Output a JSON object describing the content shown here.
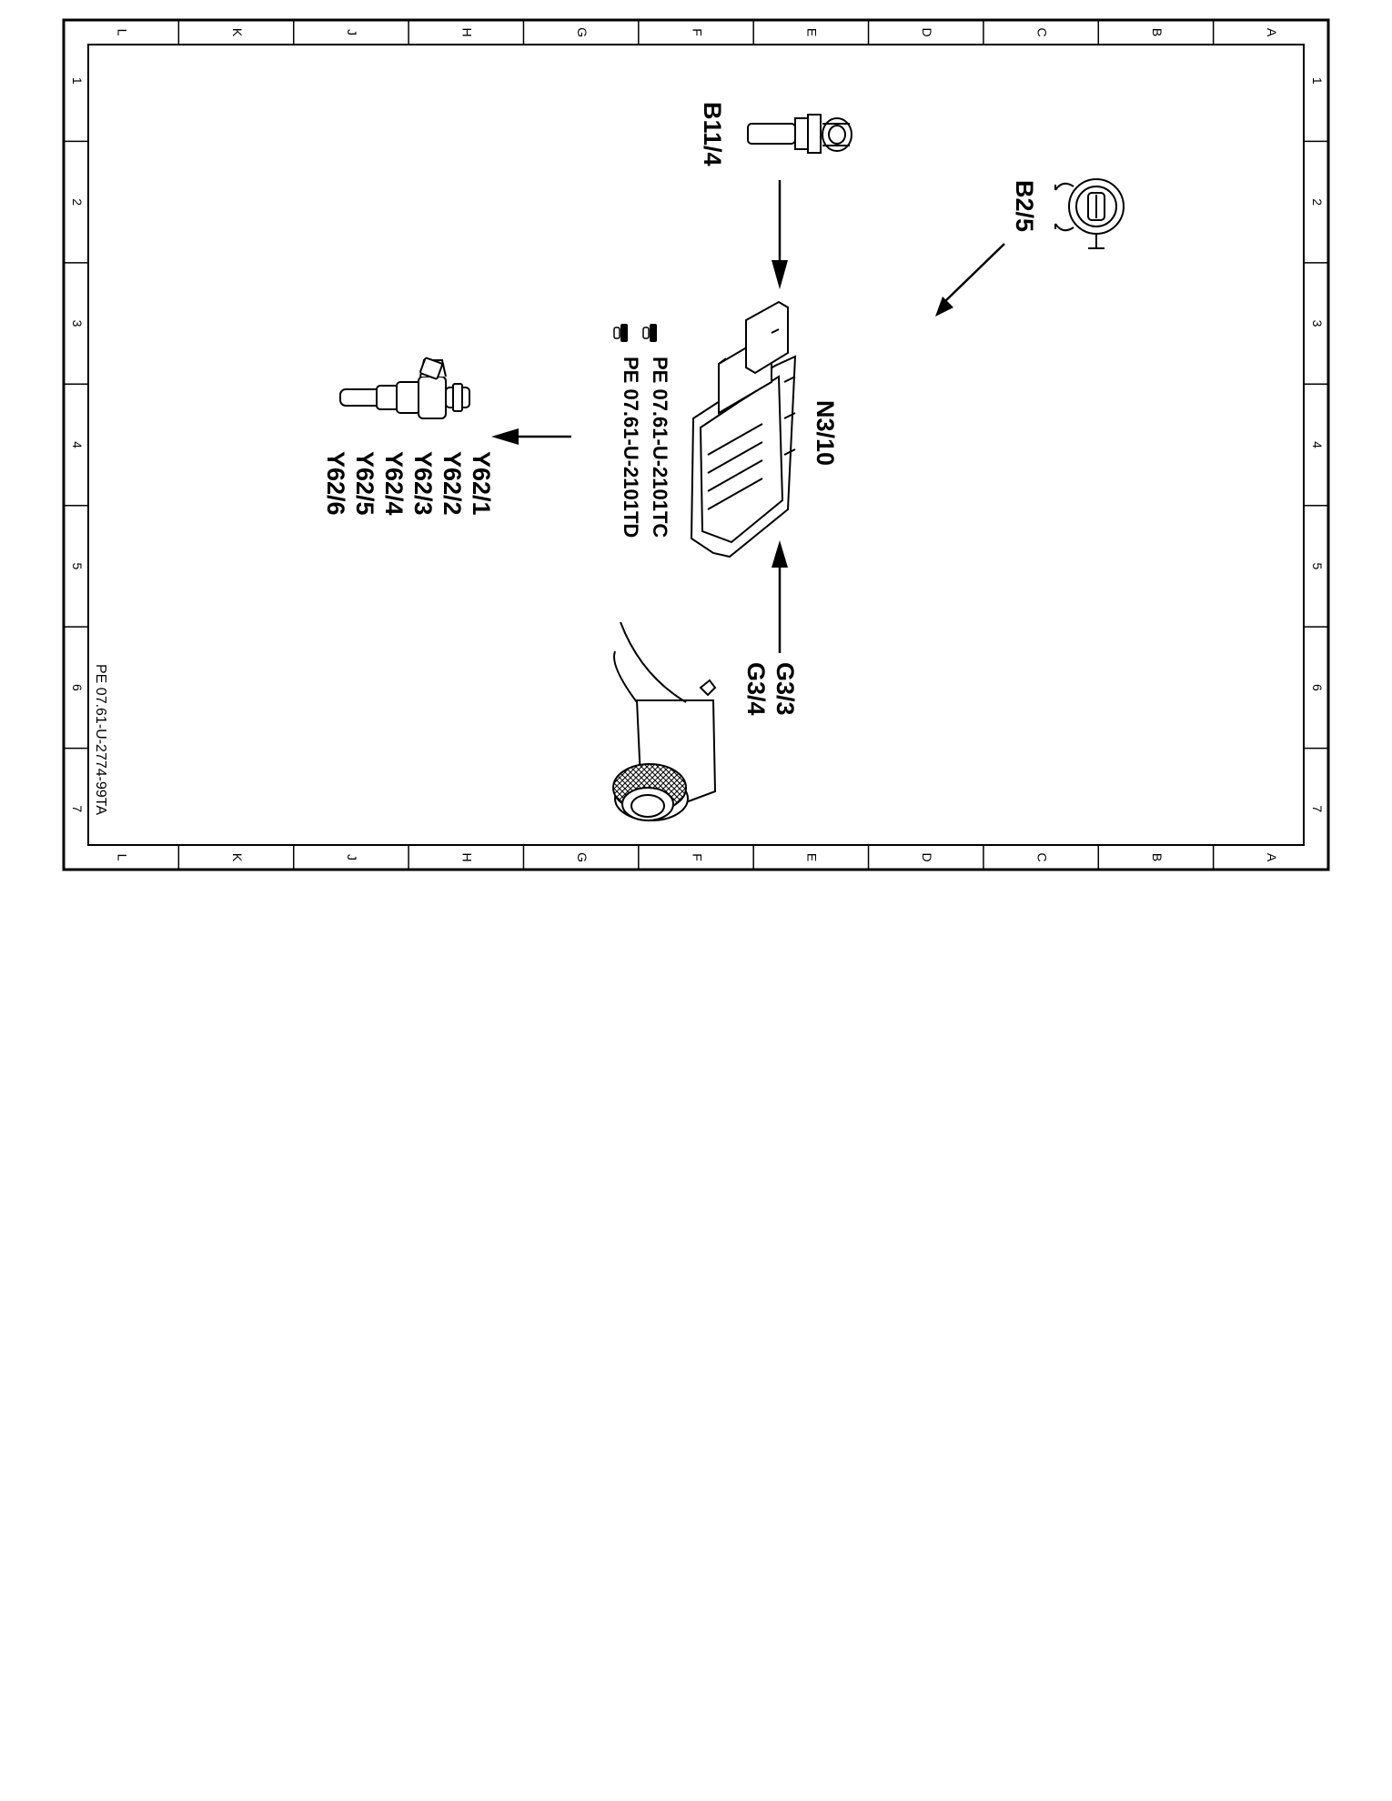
{
  "grid": {
    "columns": [
      "L",
      "K",
      "J",
      "H",
      "G",
      "F",
      "E",
      "D",
      "C",
      "B",
      "A"
    ],
    "rows": [
      "1",
      "2",
      "3",
      "4",
      "5",
      "6",
      "7"
    ]
  },
  "labels": {
    "b11_4": "B11/4",
    "b2_5": "B2/5",
    "n3_10": "N3/10",
    "g3_3": "G3/3",
    "g3_4": "G3/4",
    "y62_1": "Y62/1",
    "y62_2": "Y62/2",
    "y62_3": "Y62/3",
    "y62_4": "Y62/4",
    "y62_5": "Y62/5",
    "y62_6": "Y62/6"
  },
  "references": {
    "ref1": "PE 07.61-U-2101TC",
    "ref2": "PE 07.61-U-2101TD"
  },
  "drawing_code": "PE 07.61-U-2774-99TA"
}
